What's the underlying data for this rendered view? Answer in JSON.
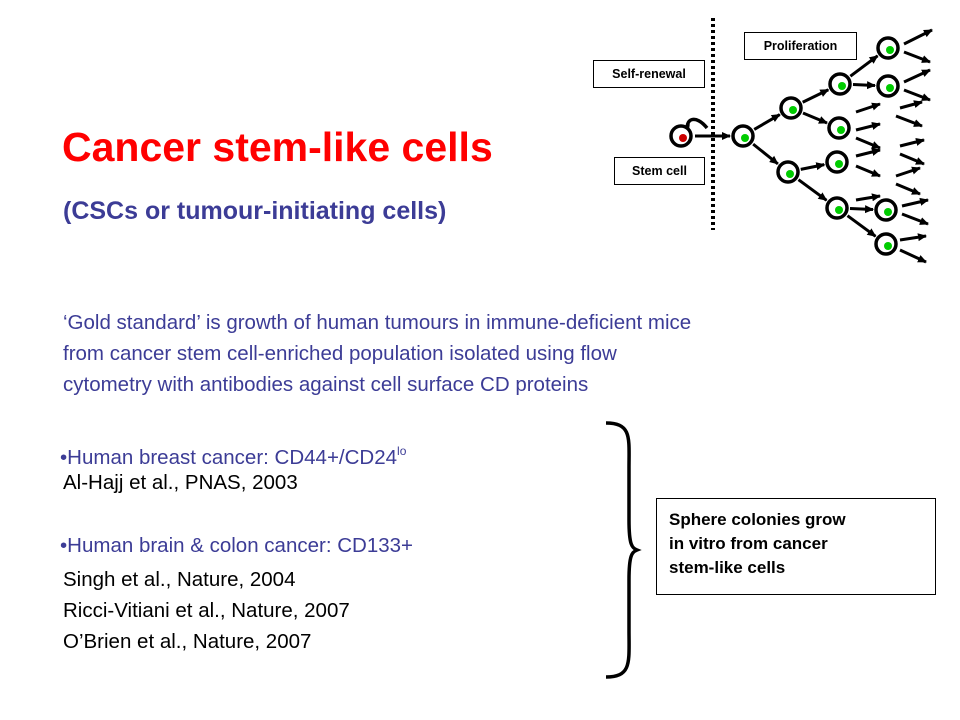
{
  "slide": {
    "title": "Cancer stem-like cells",
    "subtitle": "(CSCs or tumour-initiating cells)",
    "gold_standard_lines": [
      "‘Gold standard’ is growth of human tumours in immune-deficient mice",
      "from cancer stem cell-enriched population isolated using flow",
      "cytometry with antibodies against cell surface CD proteins"
    ],
    "breast": {
      "bullet_text": "•Human breast cancer: CD44+/CD24",
      "superscript": "lo",
      "reference": "Al-Hajj et al., PNAS, 2003"
    },
    "brain_colon": {
      "bullet_text": "•Human brain & colon cancer: CD133+",
      "references": [
        "Singh et al., Nature, 2004",
        "Ricci-Vitiani et al., Nature, 2007",
        "O’Brien et al., Nature, 2007"
      ]
    },
    "sphere_note_lines": [
      "Sphere colonies grow",
      "in vitro from cancer",
      "stem-like cells"
    ]
  },
  "diagram": {
    "labels": {
      "self_renewal": "Self-renewal",
      "stem_cell": "Stem cell",
      "proliferation": "Proliferation"
    },
    "colors": {
      "stem_nucleus": "#cc0000",
      "daughter_nucleus": "#00cc00",
      "cell_fill": "#ffffff",
      "outline": "#000000"
    }
  }
}
